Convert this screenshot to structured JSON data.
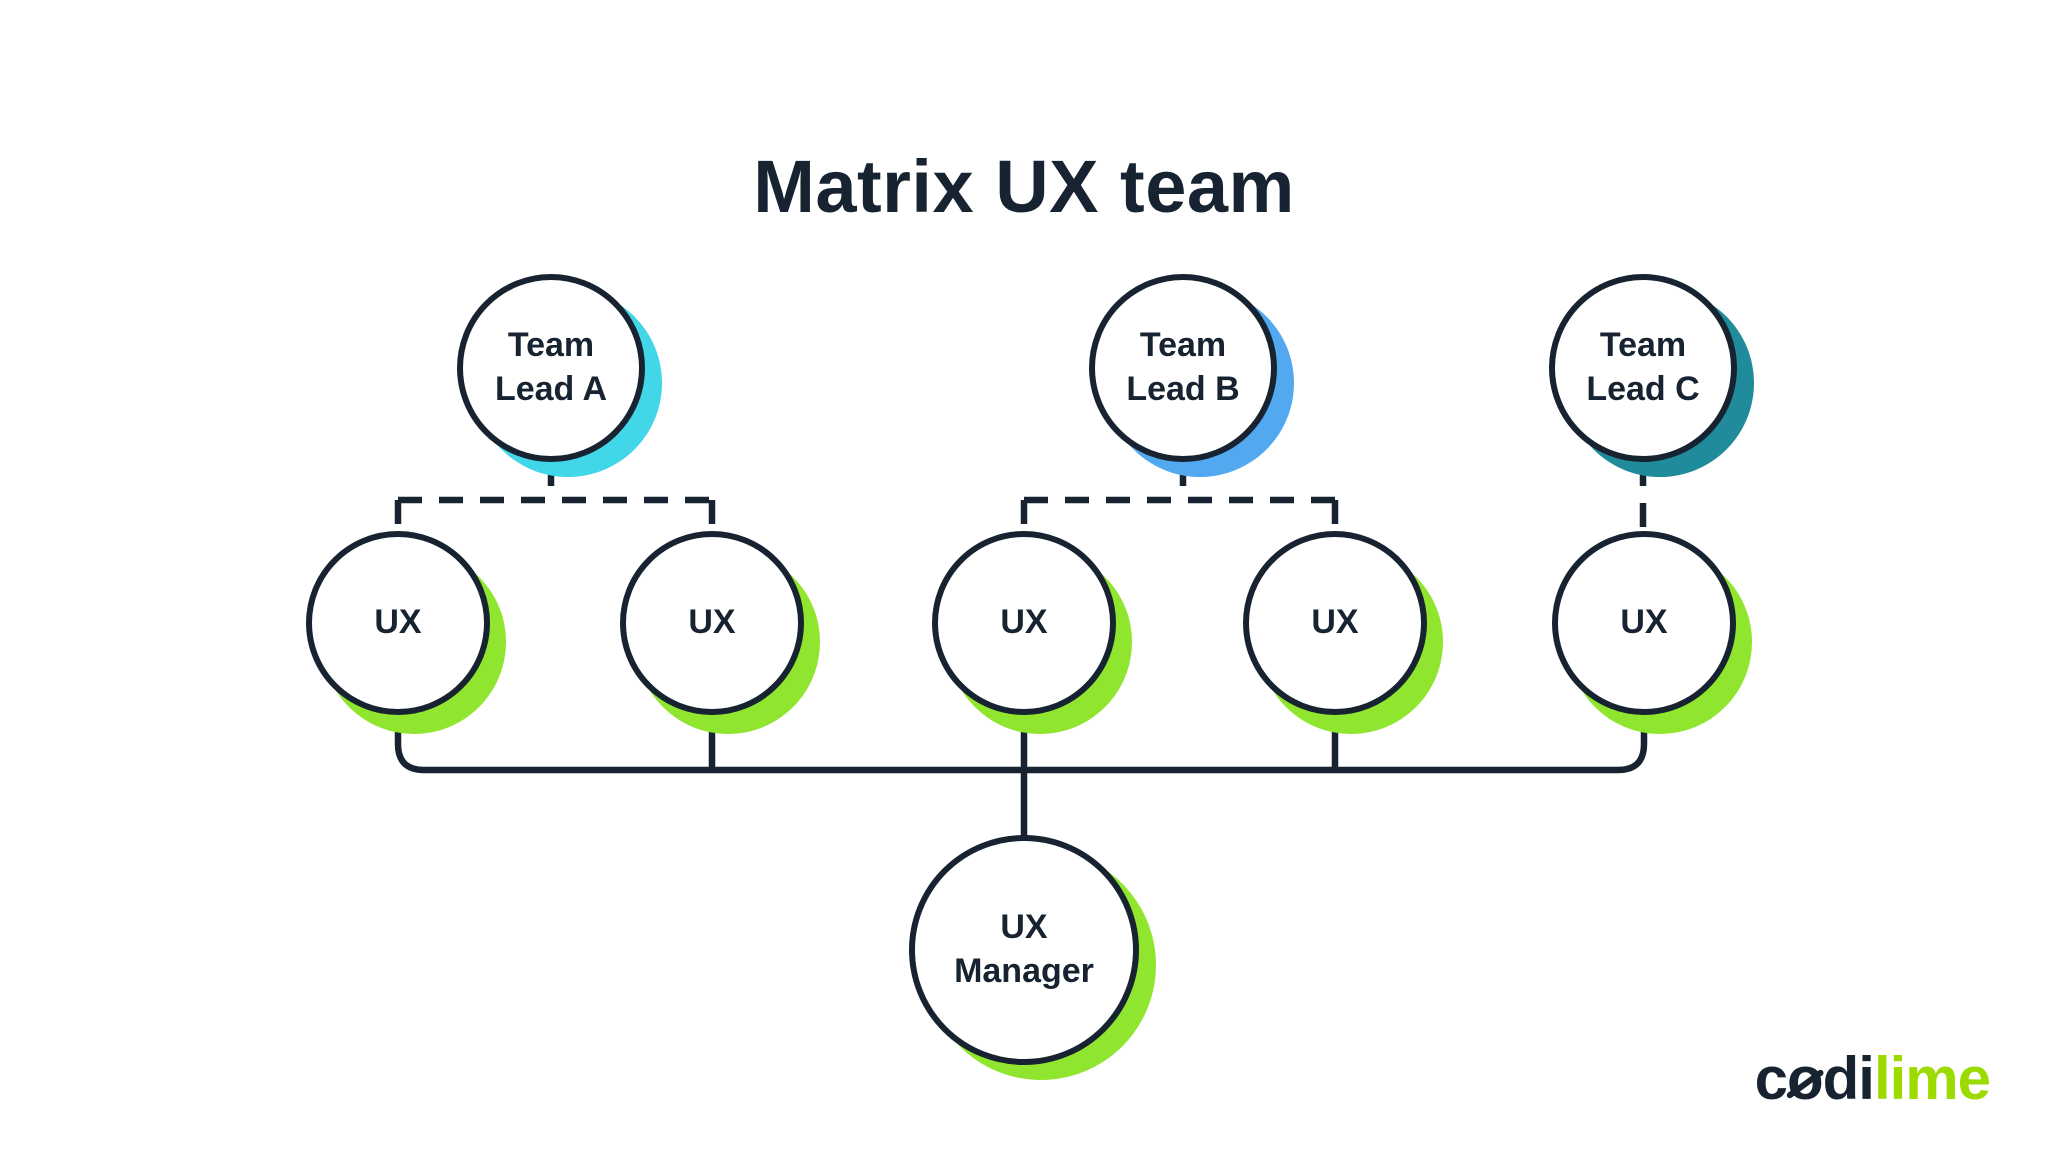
{
  "title": "Matrix UX team",
  "colors": {
    "line": "#172330",
    "node_border": "#172330",
    "background": "#ffffff",
    "shadow_cyan": "#41d6e8",
    "shadow_blue": "#52a9f0",
    "shadow_teal": "#208b9b",
    "shadow_green": "#90e62e",
    "logo_lime": "#9cdb00"
  },
  "diagram": {
    "team_leads": [
      {
        "id": "team-lead-a",
        "label": "Team\nLead A",
        "shadow_color": "#41d6e8"
      },
      {
        "id": "team-lead-b",
        "label": "Team\nLead B",
        "shadow_color": "#52a9f0"
      },
      {
        "id": "team-lead-c",
        "label": "Team\nLead C",
        "shadow_color": "#208b9b"
      }
    ],
    "ux_members": [
      {
        "id": "ux-1",
        "label": "UX",
        "shadow_color": "#90e62e"
      },
      {
        "id": "ux-2",
        "label": "UX",
        "shadow_color": "#90e62e"
      },
      {
        "id": "ux-3",
        "label": "UX",
        "shadow_color": "#90e62e"
      },
      {
        "id": "ux-4",
        "label": "UX",
        "shadow_color": "#90e62e"
      },
      {
        "id": "ux-5",
        "label": "UX",
        "shadow_color": "#90e62e"
      }
    ],
    "manager": {
      "id": "ux-manager",
      "label": "UX\nManager",
      "shadow_color": "#90e62e"
    },
    "connections": [
      {
        "from": "team-lead-a",
        "to": [
          "ux-1",
          "ux-2"
        ],
        "style": "dashed"
      },
      {
        "from": "team-lead-b",
        "to": [
          "ux-3",
          "ux-4"
        ],
        "style": "dashed"
      },
      {
        "from": "team-lead-c",
        "to": [
          "ux-5"
        ],
        "style": "dashed"
      },
      {
        "from": "ux-manager",
        "to": [
          "ux-1",
          "ux-2",
          "ux-3",
          "ux-4",
          "ux-5"
        ],
        "style": "solid"
      }
    ]
  },
  "logo": {
    "prefix": "c",
    "slashed_o": "o",
    "middle": "di",
    "suffix": "lime"
  }
}
